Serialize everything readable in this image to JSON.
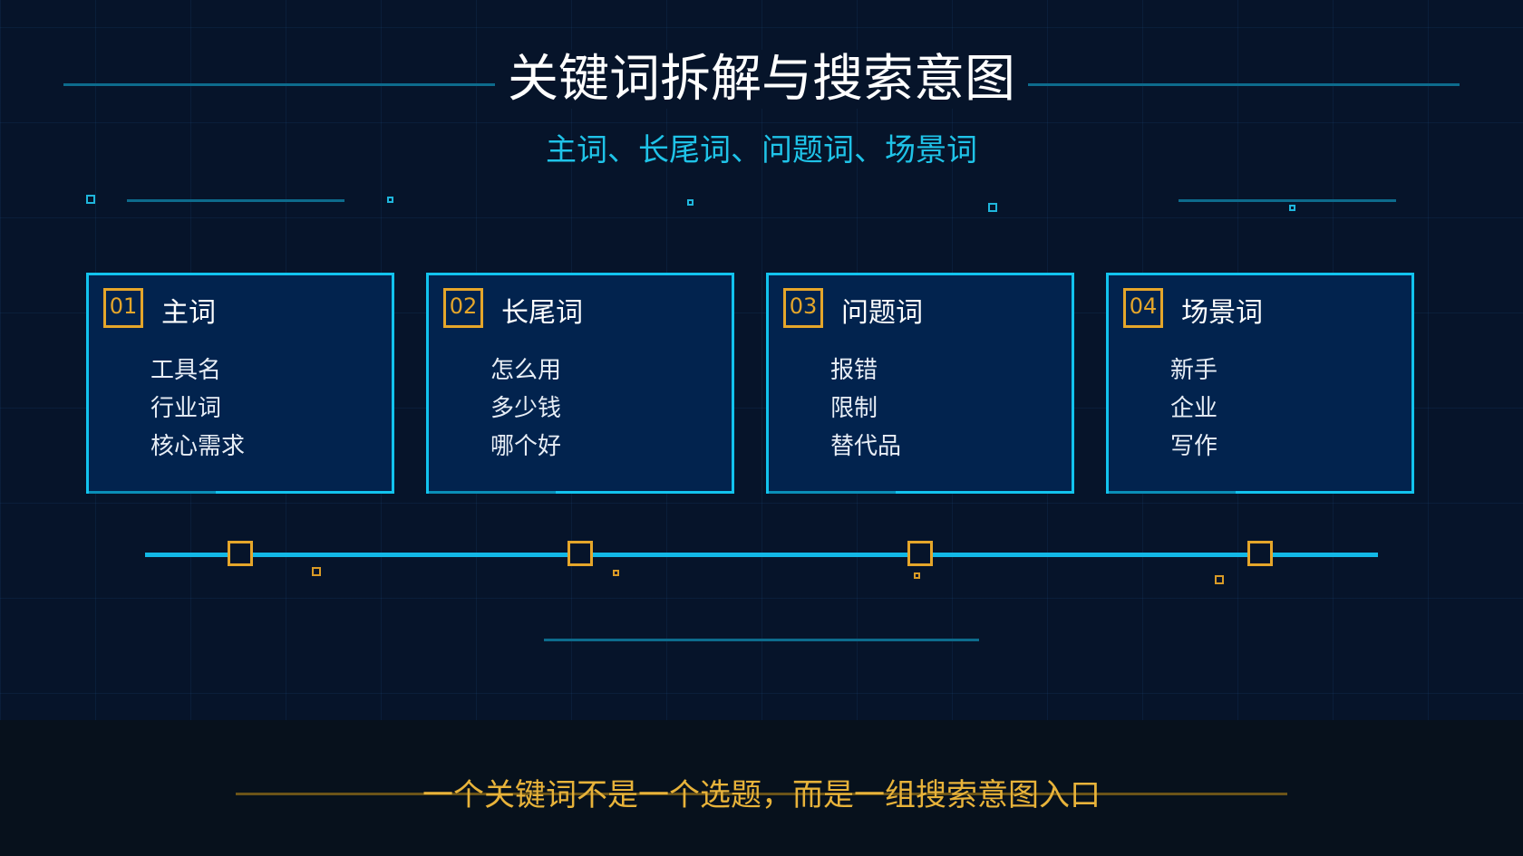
{
  "slide": {
    "title": "关键词拆解与搜索意图",
    "subtitle": "主词、长尾词、问题词、场景词",
    "footer": "一个关键词不是一个选题，而是一组搜索意图入口"
  },
  "cards": [
    {
      "number": "01",
      "title": "主词",
      "items": [
        "工具名",
        "行业词",
        "核心需求"
      ]
    },
    {
      "number": "02",
      "title": "长尾词",
      "items": [
        "怎么用",
        "多少钱",
        "哪个好"
      ]
    },
    {
      "number": "03",
      "title": "问题词",
      "items": [
        "报错",
        "限制",
        "替代品"
      ]
    },
    {
      "number": "04",
      "title": "场景词",
      "items": [
        "新手",
        "企业",
        "写作"
      ]
    }
  ],
  "colors": {
    "background": "#06142a",
    "card_fill": "#02234e",
    "cyan_accent": "#12c3ee",
    "gold_accent": "#e5a62a"
  }
}
